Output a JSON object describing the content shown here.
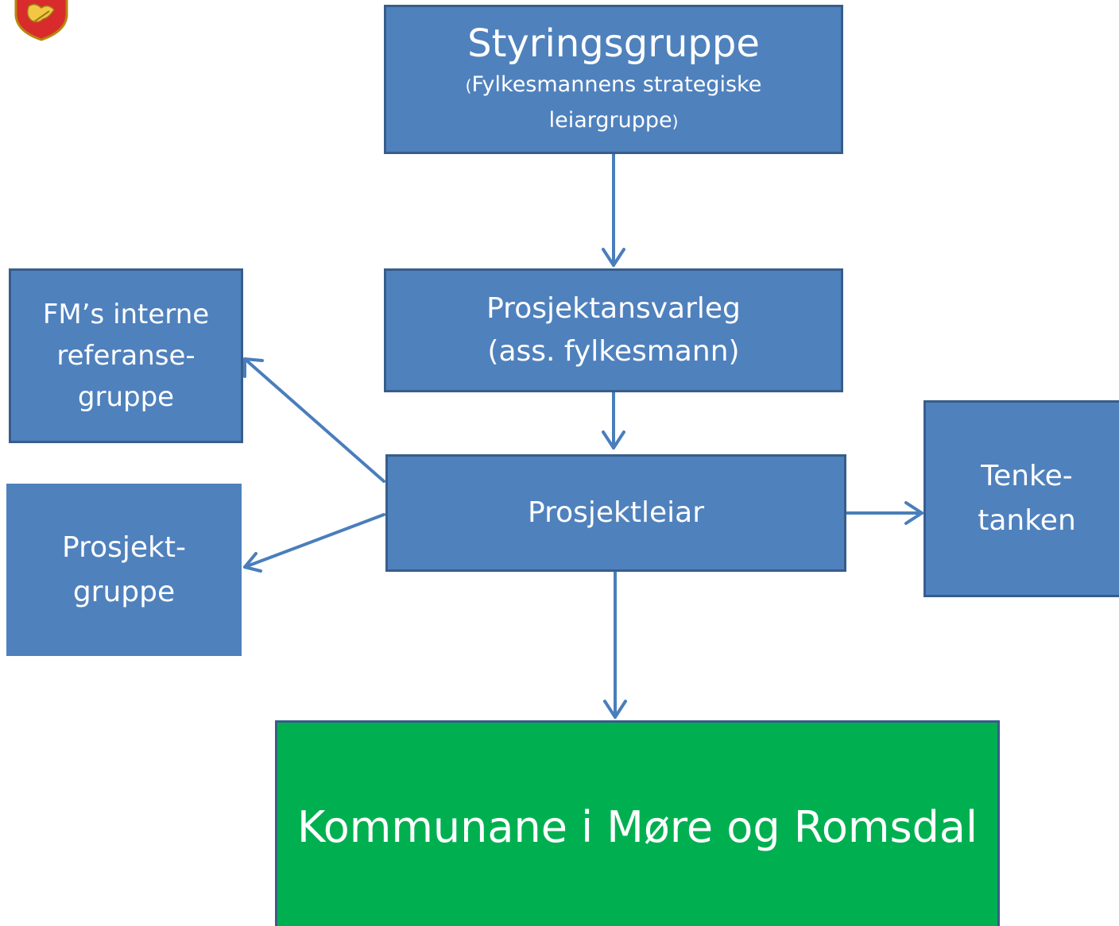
{
  "colors": {
    "box_fill": "#4f81bd",
    "box_border": "#385d8a",
    "result_fill": "#00b050",
    "arrow": "#4a7ebb",
    "text": "#ffffff"
  },
  "logo": {
    "icon": "coat-of-arms-icon"
  },
  "styringsgruppe": {
    "title": "Styringsgruppe",
    "paren_open": "(",
    "subtitle_line1": "Fylkesmannens  strategiske",
    "subtitle_line2": "leiargruppe",
    "paren_close": ")"
  },
  "prosjektansvarleg": {
    "line1": "Prosjektansvarleg",
    "line2": "(ass. fylkesmann)"
  },
  "prosjektleiar": {
    "label": "Prosjektleiar"
  },
  "referansegruppe": {
    "line1": "FM’s interne",
    "line2": "referanse-",
    "line3": "gruppe"
  },
  "prosjektgruppe": {
    "line1": "Prosjekt-",
    "line2": "gruppe"
  },
  "tenketanken": {
    "line1": "Tenke-",
    "line2": "tanken"
  },
  "kommunane": {
    "label": "Kommunane i Møre og Romsdal"
  }
}
